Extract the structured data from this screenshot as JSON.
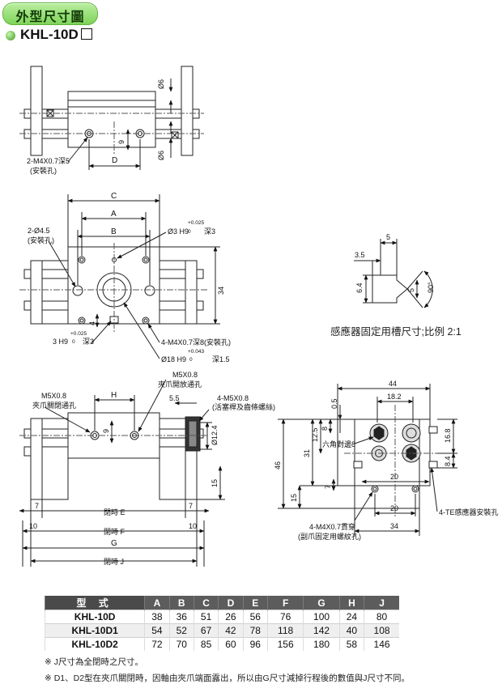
{
  "header": {
    "section_title": "外型尺寸圖",
    "model": "KHL-10D",
    "brand_color": "#7fd35a"
  },
  "drawings": {
    "top_view": {
      "d6_top": "Ø6",
      "d6_bottom": "Ø6",
      "dim_9": "9",
      "dim_D": "D",
      "hole_label_1": "2-M4X0.7深5",
      "hole_label_2": "(安裝孔)"
    },
    "front_view": {
      "dim_C": "C",
      "dim_A": "A",
      "dim_B": "B",
      "dim_34": "34",
      "dim_4": "4",
      "mount_hole_1": "2-Ø4.5",
      "mount_hole_2": "(安裝孔)",
      "pin_hole_tol": "+0.025",
      "pin_hole_tol0": "0",
      "pin_hole": "Ø3 H9",
      "pin_hole_depth": "深3",
      "h9_tol": "+0.025",
      "h9_tol0": "0",
      "h9": "3 H9",
      "h9_depth": "深3",
      "tap_label": "4-M4X0.7深8(安裝孔)",
      "bore_tol": "+0.043",
      "bore_tol0": "0",
      "bore": "Ø18 H9",
      "bore_depth": "深1.5"
    },
    "sensor_slot": {
      "dim_5_top": "5",
      "dim_3_5": "3.5",
      "dim_6_4": "6.4",
      "dim_5_side": "5",
      "angle": "90°",
      "caption": "感應器固定用槽尺寸;比例  2:1"
    },
    "side_view": {
      "m5_close_1": "M5X0.8",
      "m5_close_2": "夾爪關閉通孔",
      "dim_H": "H",
      "m5_open_1": "M5X0.8",
      "m5_open_2": "夾爪開放通孔",
      "dim_5_5": "5.5",
      "m5_rod_1": "4-M5X0.8",
      "m5_rod_2": "(活塞桿及齒條螺絲)",
      "dim_9": "9",
      "dim_d12_4": "Ø12.4",
      "dim_15": "15",
      "dim_7_left": "7",
      "closed_E": "閉時  E",
      "dim_7_right": "7",
      "dim_10_left": "10",
      "closed_F": "閉時  F",
      "dim_10_right": "10",
      "dim_G": "G",
      "closed_J": "閉時  J"
    },
    "end_view": {
      "dim_44": "44",
      "dim_18_2": "18.2",
      "dim_0_5": "0.5",
      "dim_8": "8",
      "dim_12_5": "12.5",
      "hex_label": "六角對邊8",
      "dim_31": "31",
      "dim_46": "46",
      "dim_16_8": "16.8",
      "dim_8_4": "8.4",
      "dim_20_top": "20",
      "dim_15": "15",
      "dim_7": "7",
      "dim_20_bottom": "20",
      "dim_34": "34",
      "sensor_hole": "4-TE感應器安裝孔",
      "tap_1": "4-M4X0.7貫穿",
      "tap_2": "(副爪固定用螺紋孔)"
    }
  },
  "spec_table": {
    "columns": [
      "型  式",
      "A",
      "B",
      "C",
      "D",
      "E",
      "F",
      "G",
      "H",
      "J"
    ],
    "rows": [
      [
        "KHL-10D",
        "38",
        "36",
        "51",
        "26",
        "56",
        "76",
        "100",
        "24",
        "80"
      ],
      [
        "KHL-10D1",
        "54",
        "52",
        "67",
        "42",
        "78",
        "118",
        "142",
        "40",
        "108"
      ],
      [
        "KHL-10D2",
        "72",
        "70",
        "85",
        "60",
        "96",
        "156",
        "180",
        "58",
        "146"
      ]
    ]
  },
  "notes": [
    "※ J尺寸為全閉時之尺寸。",
    "※ D1、D2型在夾爪關閉時，因軸由夾爪端面露出，所以由G尺寸減掉行程後的數值與J尺寸不同。"
  ]
}
